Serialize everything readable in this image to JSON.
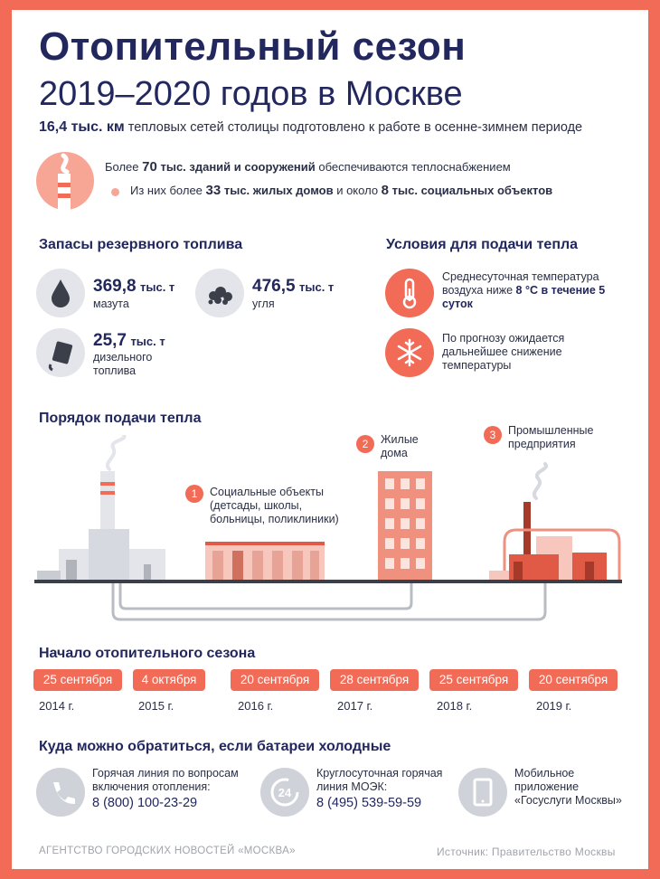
{
  "header": {
    "title_line1": "Отопительный сезон",
    "title_line2": "2019–2020 годов в Москве"
  },
  "lead": {
    "highlight": "16,4 тыс. км",
    "rest": "тепловых сетей столицы подготовлено к работе в осенне-зимнем периоде"
  },
  "buildings": {
    "line1_pre": "Более",
    "line1_num": "70",
    "line1_bold": "тыс. зданий и сооружений",
    "line1_post": "обеспечиваются теплоснабжением",
    "line2_pre": "Из них более",
    "line2_num": "33",
    "line2_bold": "тыс. жилых домов",
    "line2_mid": "и около",
    "line2_num2": "8",
    "line2_bold2": "тыс. социальных объектов"
  },
  "reserve": {
    "heading": "Запасы резервного топлива",
    "items": [
      {
        "value": "369,8",
        "unit": "тыс. т",
        "label": "мазута",
        "icon": "oil-drop-icon"
      },
      {
        "value": "476,5",
        "unit": "тыс. т",
        "label": "угля",
        "icon": "coal-icon"
      },
      {
        "value": "25,7",
        "unit": "тыс. т",
        "label": "дизельного топлива",
        "icon": "fuel-canister-icon"
      }
    ]
  },
  "conditions": {
    "heading": "Условия для подачи тепла",
    "items": [
      {
        "text": "Среднесуточная температура воздуха ниже",
        "bold": "8 °С в течение 5 суток",
        "icon": "thermometer-icon"
      },
      {
        "text": "По прогнозу ожидается дальнейшее снижение температуры",
        "icon": "snowflake-icon"
      }
    ]
  },
  "order": {
    "heading": "Порядок подачи тепла",
    "steps": [
      {
        "num": "1",
        "label": "Социальные объекты",
        "sub": "(детсады, школы, больницы, поликлиники)"
      },
      {
        "num": "2",
        "label": "Жилые дома"
      },
      {
        "num": "3",
        "label": "Промышленные предприятия"
      }
    ]
  },
  "season": {
    "heading": "Начало отопительного сезона",
    "entries": [
      {
        "date": "25 сентября",
        "year": "2014 г."
      },
      {
        "date": "4 октября",
        "year": "2015 г."
      },
      {
        "date": "20 сентября",
        "year": "2016 г."
      },
      {
        "date": "28 сентября",
        "year": "2017 г."
      },
      {
        "date": "25 сентября",
        "year": "2018 г."
      },
      {
        "date": "20 сентября",
        "year": "2019 г."
      }
    ]
  },
  "contacts": {
    "heading": "Куда можно обратиться, если батареи холодные",
    "items": [
      {
        "text": "Горячая линия по вопросам включения отопления:",
        "phone": "8 (800) 100-23-29",
        "icon": "phone-icon"
      },
      {
        "text": "Круглосуточная горячая линия МОЭК:",
        "phone": "8 (495) 539-59-59",
        "icon": "24h-icon"
      },
      {
        "text": "Мобильное приложение «Госуслуги Москвы»",
        "icon": "tablet-icon"
      }
    ]
  },
  "footer": {
    "agency": "АГЕНТСТВО ГОРОДСКИХ НОВОСТЕЙ «МОСКВА»",
    "source": "Источник: Правительство Москвы"
  },
  "colors": {
    "accent": "#f26b57",
    "navy": "#22275e",
    "gray": "#cfd2d8"
  }
}
